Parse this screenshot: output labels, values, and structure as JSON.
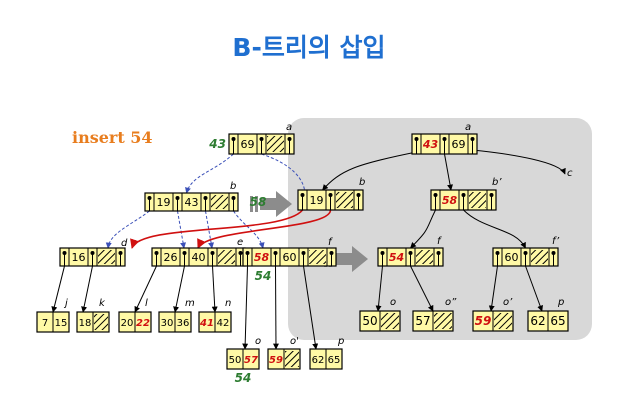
{
  "title": "B-트리의 삽입",
  "operation_label": "insert  54",
  "colors": {
    "title_blue": "#1f6fd0",
    "orange": "#e87d1e",
    "node_fill": "#fff9a6",
    "red": "#d01010",
    "green": "#2e7d32",
    "panel": "#d8d8d8",
    "arrow_gray": "#8c8c8c",
    "dash_blue": "#3b50b8"
  },
  "left_tree": {
    "labels": {
      "a": "a",
      "b": "b",
      "d": "d",
      "e": "e",
      "f": "f",
      "j": "j",
      "k": "k",
      "l": "l",
      "m": "m",
      "n": "n",
      "o": "o",
      "o_prime": "o'",
      "p": "p"
    },
    "node_a": {
      "keys": [
        "69"
      ],
      "side_note": "43"
    },
    "node_b": {
      "keys": [
        "19",
        "43"
      ],
      "side_note": "58"
    },
    "node_d": {
      "keys": [
        "16"
      ]
    },
    "node_e": {
      "keys": [
        "26",
        "40"
      ]
    },
    "node_f": {
      "keys": [
        "58",
        "60"
      ],
      "side_note": "54"
    },
    "leaf_j": [
      "7",
      "15"
    ],
    "leaf_k": [
      "18"
    ],
    "leaf_l": [
      "20",
      "22"
    ],
    "leaf_m": [
      "30",
      "36"
    ],
    "leaf_n": [
      "41",
      "42"
    ],
    "leaf_o": [
      "50",
      "57"
    ],
    "leaf_o_prime": [
      "59"
    ],
    "leaf_p": [
      "62",
      "65"
    ],
    "bottom_note": "54"
  },
  "right_tree": {
    "labels": {
      "a": "a",
      "b": "b",
      "b_prime": "b’",
      "c": "c",
      "f": "f",
      "f_prime": "f’",
      "o": "o",
      "o_dprime": "o”",
      "o_prime": "o’",
      "p": "p"
    },
    "node_a": {
      "keys": [
        "43",
        "69"
      ]
    },
    "node_b": {
      "keys": [
        "19"
      ]
    },
    "node_b_prime": {
      "keys": [
        "58"
      ]
    },
    "node_f": {
      "keys": [
        "54"
      ]
    },
    "node_f_prime": {
      "keys": [
        "60"
      ]
    },
    "leaf_o": [
      "50"
    ],
    "leaf_o_dprime": [
      "57"
    ],
    "leaf_o_prime": [
      "59"
    ],
    "leaf_p": [
      "62",
      "65"
    ]
  }
}
